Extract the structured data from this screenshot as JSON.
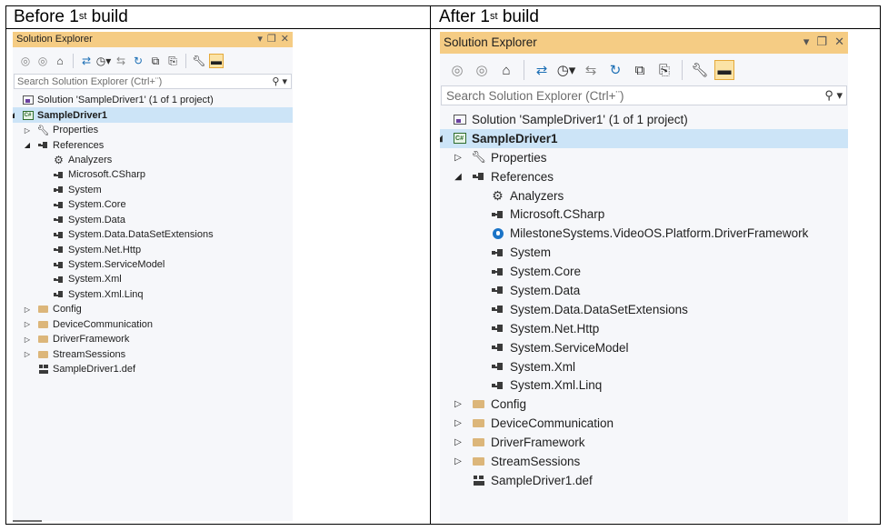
{
  "headers": {
    "before": "Before 1",
    "before_sup": "st",
    "before_tail": " build",
    "after": "After 1",
    "after_sup": "st",
    "after_tail": " build"
  },
  "panel_title": "Solution Explorer",
  "title_buttons": [
    "▾",
    "❐",
    "✕"
  ],
  "search_placeholder": "Search Solution Explorer (Ctrl+¨)",
  "search_icon": "⚲ ▾",
  "toolbar_icons": [
    "back-icon",
    "forward-icon",
    "home-icon",
    "switch-views-icon",
    "pending-changes-filter-icon",
    "sync-icon",
    "refresh-icon",
    "collapse-all-icon",
    "show-all-files-icon",
    "properties-icon",
    "preview-selected-icon"
  ],
  "colors": {
    "title_bar": "#f5cc84",
    "selection": "#cce4f7",
    "folder": "#dcb67a",
    "panel_bg": "#f6f7fa"
  },
  "before_tree": [
    {
      "label": "Solution 'SampleDriver1' (1 of 1 project)",
      "icon": "solution-icon",
      "indent": 0,
      "expander": ""
    },
    {
      "label": "SampleDriver1",
      "icon": "csharp-project-icon",
      "indent": 0,
      "expander": "◢",
      "bold": true,
      "selected": true
    },
    {
      "label": "Properties",
      "icon": "wrench-icon",
      "indent": 1,
      "expander": "▷"
    },
    {
      "label": "References",
      "icon": "reference-icon",
      "indent": 1,
      "expander": "◢"
    },
    {
      "label": "Analyzers",
      "icon": "analyzer-icon",
      "indent": 2,
      "expander": ""
    },
    {
      "label": "Microsoft.CSharp",
      "icon": "reference-icon",
      "indent": 2,
      "expander": ""
    },
    {
      "label": "System",
      "icon": "reference-icon",
      "indent": 2,
      "expander": ""
    },
    {
      "label": "System.Core",
      "icon": "reference-icon",
      "indent": 2,
      "expander": ""
    },
    {
      "label": "System.Data",
      "icon": "reference-icon",
      "indent": 2,
      "expander": ""
    },
    {
      "label": "System.Data.DataSetExtensions",
      "icon": "reference-icon",
      "indent": 2,
      "expander": ""
    },
    {
      "label": "System.Net.Http",
      "icon": "reference-icon",
      "indent": 2,
      "expander": ""
    },
    {
      "label": "System.ServiceModel",
      "icon": "reference-icon",
      "indent": 2,
      "expander": ""
    },
    {
      "label": "System.Xml",
      "icon": "reference-icon",
      "indent": 2,
      "expander": ""
    },
    {
      "label": "System.Xml.Linq",
      "icon": "reference-icon",
      "indent": 2,
      "expander": ""
    },
    {
      "label": "Config",
      "icon": "folder-icon",
      "indent": 1,
      "expander": "▷"
    },
    {
      "label": "DeviceCommunication",
      "icon": "folder-icon",
      "indent": 1,
      "expander": "▷"
    },
    {
      "label": "DriverFramework",
      "icon": "folder-icon",
      "indent": 1,
      "expander": "▷"
    },
    {
      "label": "StreamSessions",
      "icon": "folder-icon",
      "indent": 1,
      "expander": "▷"
    },
    {
      "label": "SampleDriver1.def",
      "icon": "def-file-icon",
      "indent": 1,
      "expander": ""
    }
  ],
  "after_tree": [
    {
      "label": "Solution 'SampleDriver1' (1 of 1 project)",
      "icon": "solution-icon",
      "indent": 0,
      "expander": ""
    },
    {
      "label": "SampleDriver1",
      "icon": "csharp-project-icon",
      "indent": 0,
      "expander": "◢",
      "bold": true,
      "selected": true
    },
    {
      "label": "Properties",
      "icon": "wrench-icon",
      "indent": 1,
      "expander": "▷"
    },
    {
      "label": "References",
      "icon": "reference-icon",
      "indent": 1,
      "expander": "◢"
    },
    {
      "label": "Analyzers",
      "icon": "analyzer-icon",
      "indent": 2,
      "expander": ""
    },
    {
      "label": "Microsoft.CSharp",
      "icon": "reference-icon",
      "indent": 2,
      "expander": ""
    },
    {
      "label": "MilestoneSystems.VideoOS.Platform.DriverFramework",
      "icon": "package-icon",
      "indent": 2,
      "expander": ""
    },
    {
      "label": "System",
      "icon": "reference-icon",
      "indent": 2,
      "expander": ""
    },
    {
      "label": "System.Core",
      "icon": "reference-icon",
      "indent": 2,
      "expander": ""
    },
    {
      "label": "System.Data",
      "icon": "reference-icon",
      "indent": 2,
      "expander": ""
    },
    {
      "label": "System.Data.DataSetExtensions",
      "icon": "reference-icon",
      "indent": 2,
      "expander": ""
    },
    {
      "label": "System.Net.Http",
      "icon": "reference-icon",
      "indent": 2,
      "expander": ""
    },
    {
      "label": "System.ServiceModel",
      "icon": "reference-icon",
      "indent": 2,
      "expander": ""
    },
    {
      "label": "System.Xml",
      "icon": "reference-icon",
      "indent": 2,
      "expander": ""
    },
    {
      "label": "System.Xml.Linq",
      "icon": "reference-icon",
      "indent": 2,
      "expander": ""
    },
    {
      "label": "Config",
      "icon": "folder-icon",
      "indent": 1,
      "expander": "▷"
    },
    {
      "label": "DeviceCommunication",
      "icon": "folder-icon",
      "indent": 1,
      "expander": "▷"
    },
    {
      "label": "DriverFramework",
      "icon": "folder-icon",
      "indent": 1,
      "expander": "▷"
    },
    {
      "label": "StreamSessions",
      "icon": "folder-icon",
      "indent": 1,
      "expander": "▷"
    },
    {
      "label": "SampleDriver1.def",
      "icon": "def-file-icon",
      "indent": 1,
      "expander": ""
    }
  ]
}
